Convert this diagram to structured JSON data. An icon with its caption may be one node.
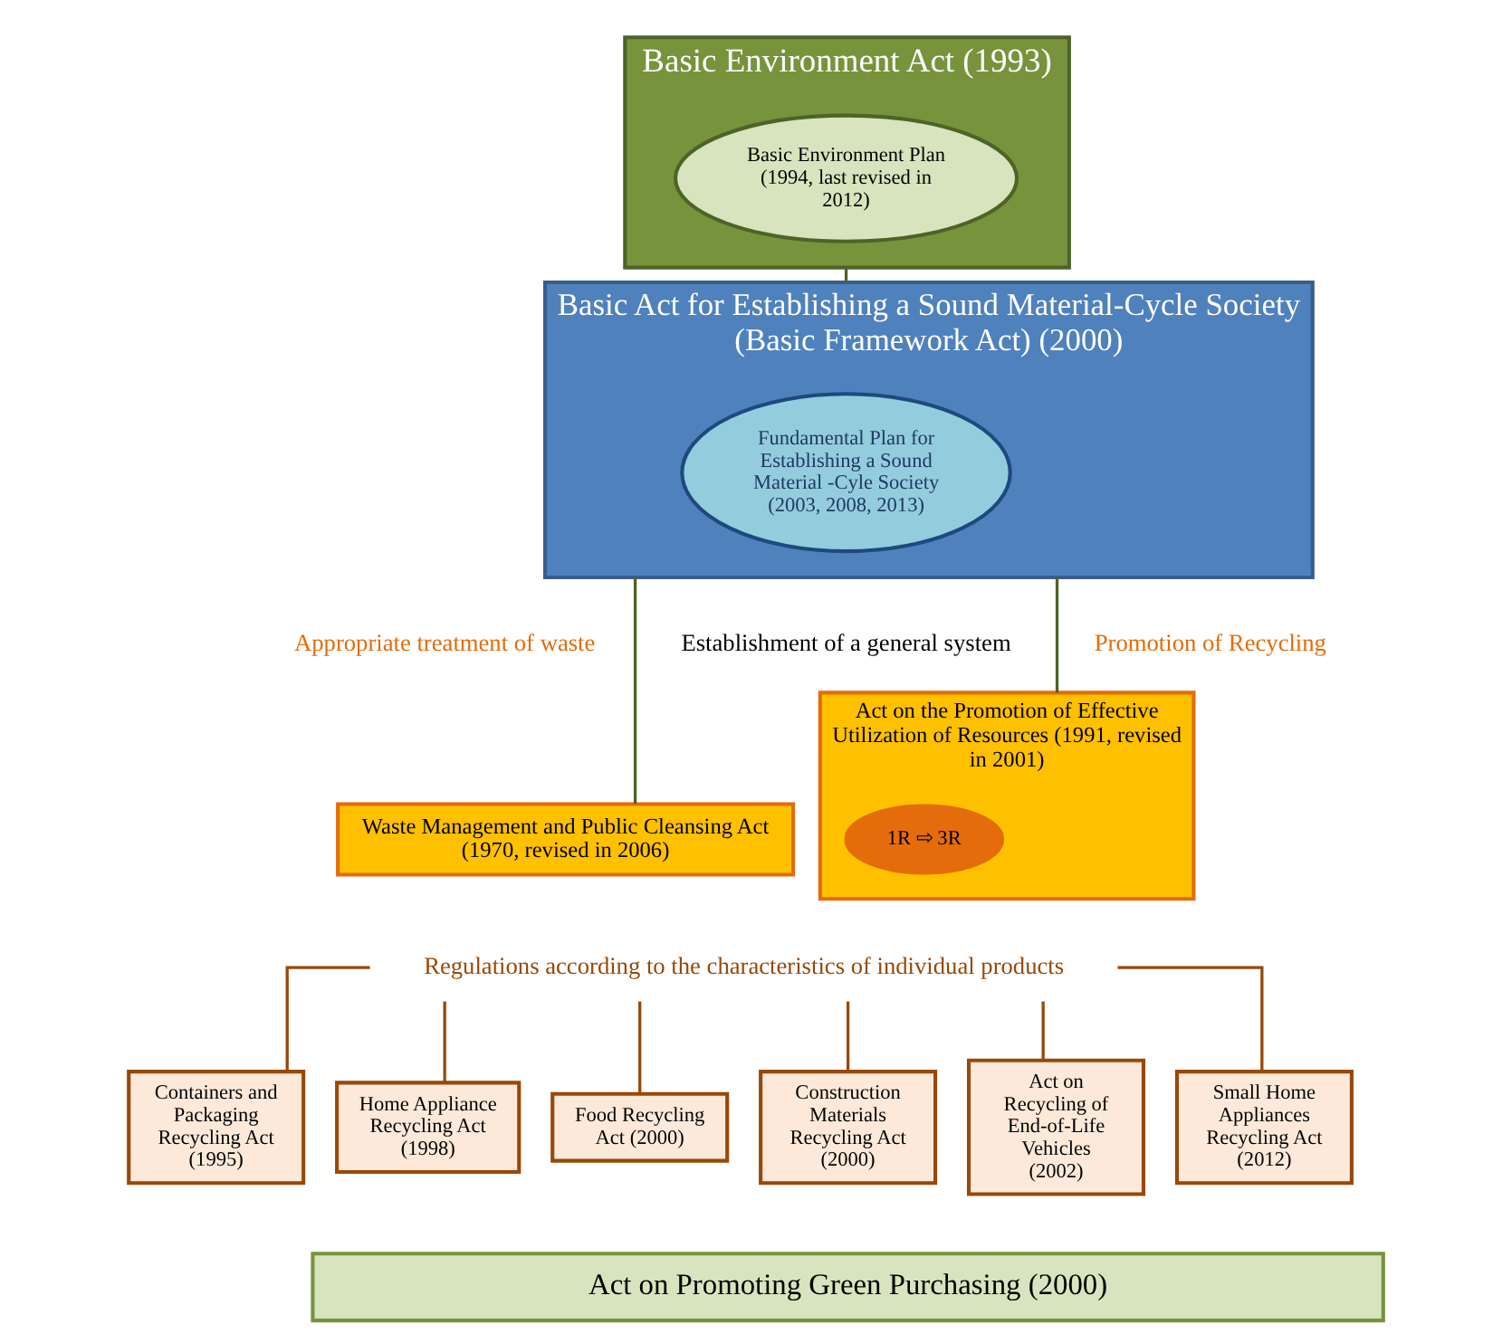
{
  "diagram": {
    "nodes": [
      {
        "text": [
          "Basic Environment Act (1993)"
        ]
      },
      {
        "text": [
          "Basic Environment Plan (1994, last revised in 2012)"
        ],
        "in": 0
      },
      {
        "text": [
          "Basic Act for Establishing a Sound Material-Cycle Society (Basic Framework Act) (2000)"
        ]
      },
      {
        "text": [
          "Fundamental Plan for Establishing a Sound Material -Cyle Society (2003, 2008, 2013)"
        ],
        "in": 2
      },
      {
        "text": [
          "Waste Management and Public Cleansing Act (1970, revised in 2006)"
        ]
      },
      {
        "text": [
          "Act on the Promotion of Effective Utilization of Resources (1991, revised in 2001)"
        ]
      },
      {
        "text": [
          "1R ⇨ 3R"
        ],
        "in": 5
      },
      {
        "text": [
          "Regulations according to the characteristics of individual products"
        ]
      },
      {
        "text": [
          "Containers and Packaging Recycling Act (1995)"
        ]
      },
      {
        "text": [
          "Home Appliance Recycling Act (1998)"
        ]
      },
      {
        "text": [
          "Food Recycling Act (2000)"
        ]
      },
      {
        "text": [
          "Construction Materials Recycling Act (2000)"
        ]
      },
      {
        "text": [
          "Act on Recycling of End-of-Life Vehicles (2002)"
        ]
      },
      {
        "text": [
          "Small Home Appliances Recycling Act (2012)"
        ]
      },
      {
        "text": [
          "Act on Promoting Green Purchasing (2000)"
        ]
      }
    ],
    "edges": [
      {
        "from": 0,
        "to": 2,
        "arrow": "none",
        "color": "#4f6228"
      },
      {
        "from": 2,
        "to": 4,
        "arrow": "none",
        "color": "#4f6228"
      },
      {
        "from": 2,
        "to": 5,
        "arrow": "none",
        "color": "#4f6228"
      },
      {
        "from": 7,
        "to": 8,
        "arrow": "none"
      },
      {
        "from": 7,
        "to": 9,
        "arrow": "none"
      },
      {
        "from": 7,
        "to": 10,
        "arrow": "none"
      },
      {
        "from": 7,
        "to": 11,
        "arrow": "none"
      },
      {
        "from": 7,
        "to": 12,
        "arrow": "none"
      },
      {
        "from": 7,
        "to": 13,
        "arrow": "none"
      }
    ],
    "labels": [
      "Appropriate treatment of waste",
      "Promotion of Recycling",
      "Establishment of a general system"
    ]
  }
}
